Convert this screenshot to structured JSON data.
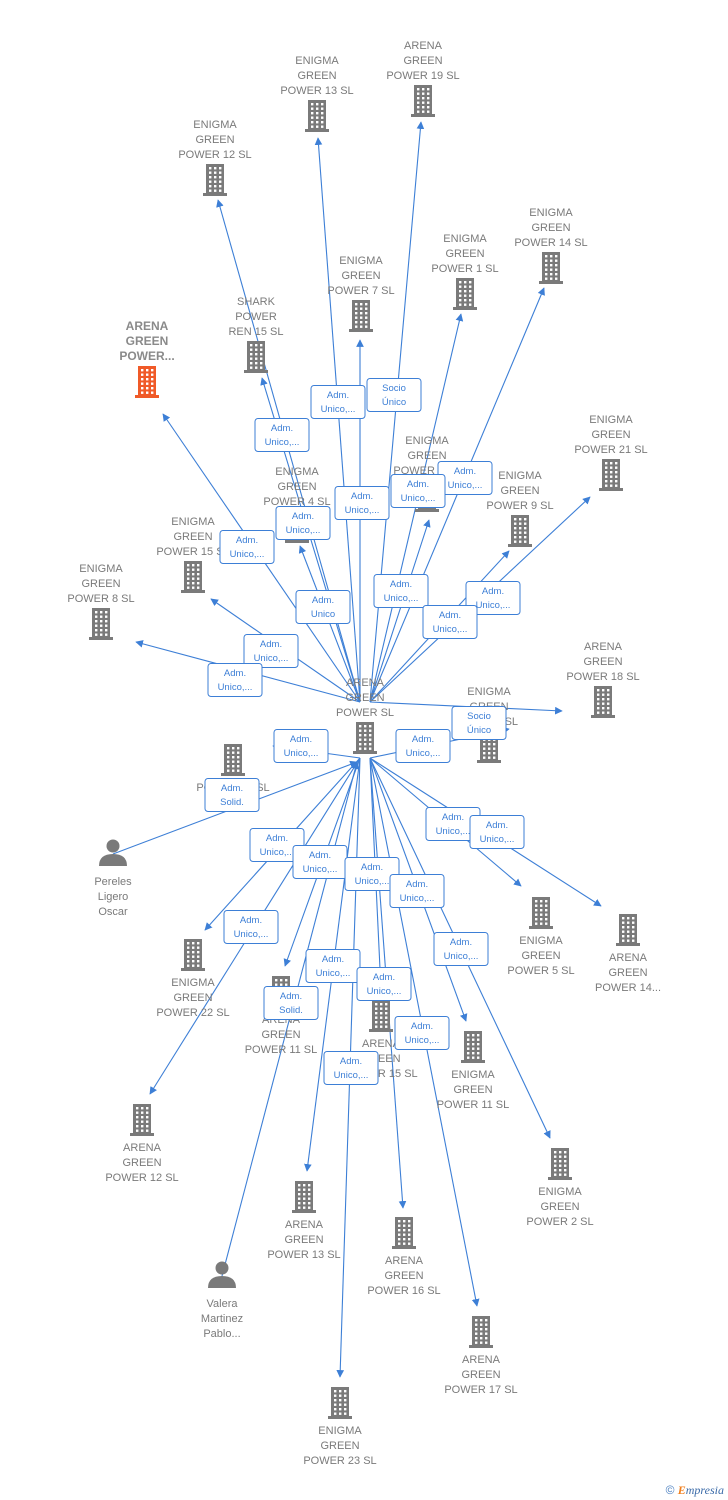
{
  "colors": {
    "edge": "#3d7fd6",
    "building": "#7a7a7a",
    "highlight": "#f05a28",
    "person": "#7a7a7a"
  },
  "footer": {
    "copyright": "©",
    "brand_initial": "E",
    "brand_rest": "mpresia"
  },
  "nodes": [
    {
      "id": "center",
      "type": "company",
      "label": [
        "ARENA",
        "GREEN",
        "POWER  SL"
      ]
    },
    {
      "id": "arena-power-hl",
      "type": "company-highlight",
      "label": [
        "ARENA",
        "GREEN",
        "POWER..."
      ]
    },
    {
      "id": "enigma13",
      "type": "company",
      "label": [
        "ENIGMA",
        "GREEN",
        "POWER 13  SL"
      ]
    },
    {
      "id": "arena19",
      "type": "company",
      "label": [
        "ARENA",
        "GREEN",
        "POWER 19  SL"
      ]
    },
    {
      "id": "enigma12",
      "type": "company",
      "label": [
        "ENIGMA",
        "GREEN",
        "POWER 12  SL"
      ]
    },
    {
      "id": "enigma14",
      "type": "company",
      "label": [
        "ENIGMA",
        "GREEN",
        "POWER 14  SL"
      ]
    },
    {
      "id": "enigma1",
      "type": "company",
      "label": [
        "ENIGMA",
        "GREEN",
        "POWER 1  SL"
      ]
    },
    {
      "id": "enigma7",
      "type": "company",
      "label": [
        "ENIGMA",
        "GREEN",
        "POWER 7  SL"
      ]
    },
    {
      "id": "shark",
      "type": "company",
      "label": [
        "SHARK",
        "POWER",
        "REN 15  SL"
      ]
    },
    {
      "id": "enigma21",
      "type": "company",
      "label": [
        "ENIGMA",
        "GREEN",
        "POWER 21  SL"
      ]
    },
    {
      "id": "enigma6",
      "type": "company",
      "label": [
        "ENIGMA",
        "GREEN",
        "POWER 6  SL"
      ]
    },
    {
      "id": "enigma9",
      "type": "company",
      "label": [
        "ENIGMA",
        "GREEN",
        "POWER 9  SL"
      ]
    },
    {
      "id": "enigma4",
      "type": "company",
      "label": [
        "ENIGMA",
        "GREEN",
        "POWER 4  SL"
      ]
    },
    {
      "id": "enigma15",
      "type": "company",
      "label": [
        "ENIGMA",
        "GREEN",
        "POWER 15  SL"
      ]
    },
    {
      "id": "enigma8",
      "type": "company",
      "label": [
        "ENIGMA",
        "GREEN",
        "POWER 8  SL"
      ]
    },
    {
      "id": "arena18",
      "type": "company",
      "label": [
        "ARENA",
        "GREEN",
        "POWER 18  SL"
      ]
    },
    {
      "id": "enigmaX",
      "type": "company",
      "label": [
        "ENIGMA",
        "GREEN",
        "POWER  SL"
      ]
    },
    {
      "id": "arena10",
      "type": "company",
      "label": [
        "POWER 10  SL"
      ]
    },
    {
      "id": "pereles",
      "type": "person",
      "label": [
        "Pereles",
        "Ligero",
        "Oscar"
      ]
    },
    {
      "id": "enigma5",
      "type": "company",
      "label": [
        "ENIGMA",
        "GREEN",
        "POWER 5  SL"
      ]
    },
    {
      "id": "arena14",
      "type": "company",
      "label": [
        "ARENA",
        "GREEN",
        "POWER 14..."
      ]
    },
    {
      "id": "enigma22",
      "type": "company",
      "label": [
        "ENIGMA",
        "GREEN",
        "POWER 22  SL"
      ]
    },
    {
      "id": "arena11",
      "type": "company",
      "label": [
        "ARENA",
        "GREEN",
        "POWER 11  SL"
      ]
    },
    {
      "id": "arena15",
      "type": "company",
      "label": [
        "ARENA",
        "GREEN",
        "POWER 15  SL"
      ]
    },
    {
      "id": "enigma11",
      "type": "company",
      "label": [
        "ENIGMA",
        "GREEN",
        "POWER 11  SL"
      ]
    },
    {
      "id": "arena12",
      "type": "company",
      "label": [
        "ARENA",
        "GREEN",
        "POWER 12  SL"
      ]
    },
    {
      "id": "enigma2",
      "type": "company",
      "label": [
        "ENIGMA",
        "GREEN",
        "POWER 2  SL"
      ]
    },
    {
      "id": "arena13",
      "type": "company",
      "label": [
        "ARENA",
        "GREEN",
        "POWER 13  SL"
      ]
    },
    {
      "id": "arena16",
      "type": "company",
      "label": [
        "ARENA",
        "GREEN",
        "POWER 16  SL"
      ]
    },
    {
      "id": "valera",
      "type": "person",
      "label": [
        "Valera",
        "Martinez",
        "Pablo..."
      ]
    },
    {
      "id": "arena17",
      "type": "company",
      "label": [
        "ARENA",
        "GREEN",
        "POWER 17  SL"
      ]
    },
    {
      "id": "enigma23",
      "type": "company",
      "label": [
        "ENIGMA",
        "GREEN",
        "POWER 23  SL"
      ]
    }
  ],
  "edges": [
    {
      "from": "center",
      "to": "enigma13",
      "label": [
        "Adm.",
        "Unico,..."
      ]
    },
    {
      "from": "center",
      "to": "arena19",
      "label": [
        "Socio",
        "Único"
      ]
    },
    {
      "from": "center",
      "to": "enigma12",
      "label": [
        "Adm.",
        "Unico,..."
      ]
    },
    {
      "from": "center",
      "to": "enigma14",
      "label": [
        "Adm.",
        "Unico,..."
      ]
    },
    {
      "from": "center",
      "to": "enigma1",
      "label": [
        "Adm.",
        "Unico,..."
      ]
    },
    {
      "from": "center",
      "to": "enigma7",
      "label": [
        "Adm.",
        "Unico,..."
      ]
    },
    {
      "from": "center",
      "to": "shark",
      "label": [
        "Adm.",
        "Unico,..."
      ]
    },
    {
      "from": "center",
      "to": "arena-power-hl",
      "label": [
        "Adm.",
        "Unico,..."
      ]
    },
    {
      "from": "center",
      "to": "enigma21",
      "label": [
        "Adm.",
        "Unico,..."
      ]
    },
    {
      "from": "center",
      "to": "enigma6",
      "label": [
        "Adm.",
        "Unico,..."
      ]
    },
    {
      "from": "center",
      "to": "enigma9",
      "label": [
        "Adm.",
        "Unico,..."
      ]
    },
    {
      "from": "center",
      "to": "enigma4",
      "label": [
        "Adm.",
        "Unico"
      ]
    },
    {
      "from": "center",
      "to": "enigma15",
      "label": [
        "Adm.",
        "Unico,..."
      ]
    },
    {
      "from": "center",
      "to": "enigma8",
      "label": [
        "Adm.",
        "Unico,..."
      ]
    },
    {
      "from": "center",
      "to": "arena18",
      "label": [
        "Socio",
        "Único"
      ]
    },
    {
      "from": "center",
      "to": "enigmaX",
      "label": [
        "Adm.",
        "Unico,..."
      ]
    },
    {
      "from": "center",
      "to": "arena10",
      "label": [
        "Adm.",
        "Unico,..."
      ]
    },
    {
      "from": "pereles",
      "to": "center",
      "label": [
        "Adm.",
        "Solid."
      ]
    },
    {
      "from": "center",
      "to": "enigma5",
      "label": [
        "Adm.",
        "Unico,..."
      ]
    },
    {
      "from": "center",
      "to": "arena14",
      "label": [
        "Adm.",
        "Unico,..."
      ]
    },
    {
      "from": "center",
      "to": "enigma22",
      "label": [
        "Adm.",
        "Unico,..."
      ]
    },
    {
      "from": "center",
      "to": "arena11",
      "label": [
        "Adm.",
        "Unico,..."
      ]
    },
    {
      "from": "center",
      "to": "arena15",
      "label": [
        "Adm.",
        "Unico,..."
      ]
    },
    {
      "from": "center",
      "to": "enigma11",
      "label": [
        "Adm.",
        "Unico,..."
      ]
    },
    {
      "from": "center",
      "to": "arena12",
      "label": [
        "Adm.",
        "Unico,..."
      ]
    },
    {
      "from": "center",
      "to": "enigma2",
      "label": [
        "Adm.",
        "Unico,..."
      ]
    },
    {
      "from": "center",
      "to": "arena13",
      "label": [
        "Adm.",
        "Unico,..."
      ]
    },
    {
      "from": "center",
      "to": "arena16",
      "label": [
        "Adm.",
        "Unico,..."
      ]
    },
    {
      "from": "valera",
      "to": "center",
      "label": [
        "Adm.",
        "Solid."
      ]
    },
    {
      "from": "center",
      "to": "arena17",
      "label": [
        "Adm.",
        "Unico,..."
      ]
    },
    {
      "from": "center",
      "to": "enigma23",
      "label": [
        "Adm.",
        "Unico,..."
      ]
    }
  ]
}
